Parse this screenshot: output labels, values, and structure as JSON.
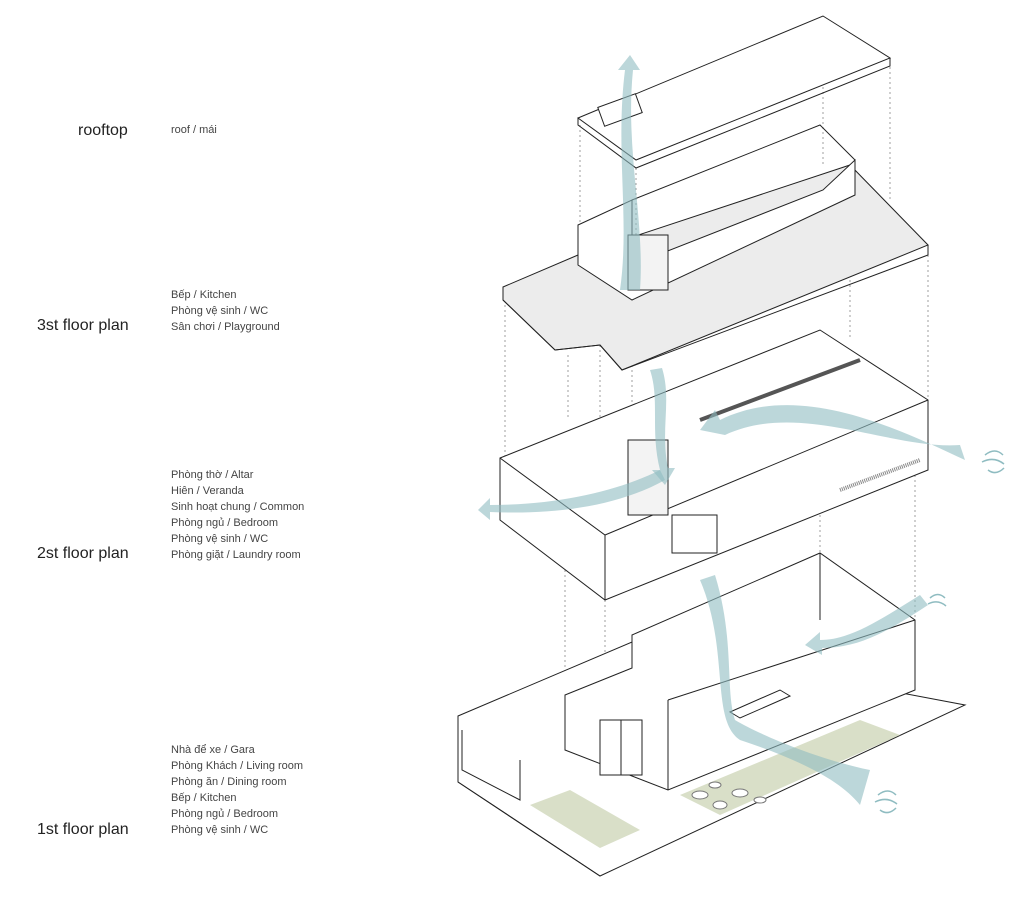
{
  "floors": [
    {
      "title": "rooftop",
      "rooms": [
        "roof / mái"
      ]
    },
    {
      "title": "3st floor plan",
      "rooms": [
        "Bếp / Kitchen",
        "Phòng vệ sinh / WC",
        "Sân chơi / Playground"
      ]
    },
    {
      "title": "2st floor plan",
      "rooms": [
        "Phòng thờ / Altar",
        "Hiên / Veranda",
        "Sinh hoạt chung / Common",
        "Phòng ngủ / Bedroom",
        "Phòng vệ sinh / WC",
        "Phòng giặt / Laundry room"
      ]
    },
    {
      "title": "1st floor plan",
      "rooms": [
        "Nhà để xe / Gara",
        "Phòng Khách / Living room",
        "Phòng ăn / Dining room",
        "Bếp  / Kitchen",
        "Phòng ngủ / Bedroom",
        "Phòng vệ sinh /  WC"
      ]
    }
  ],
  "colors": {
    "wind": "#8fbcc1",
    "grass": "#d9dfc8",
    "line": "#222222",
    "deck": "#ececec"
  }
}
